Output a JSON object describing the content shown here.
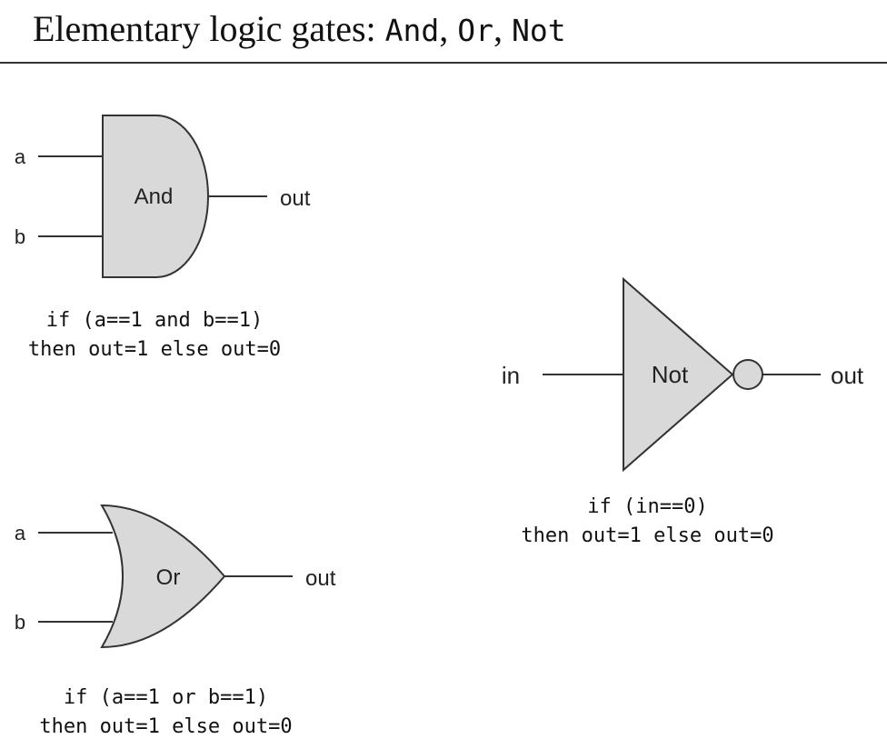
{
  "title": {
    "prefix": "Elementary logic gates: ",
    "g1": "And",
    "sep1": ", ",
    "g2": "Or",
    "sep2": ", ",
    "g3": "Not"
  },
  "and_gate": {
    "input_a": "a",
    "input_b": "b",
    "label": "And",
    "output": "out",
    "rule_line1": "if (a==1 and b==1)",
    "rule_line2": "then out=1 else out=0"
  },
  "or_gate": {
    "input_a": "a",
    "input_b": "b",
    "label": "Or",
    "output": "out",
    "rule_line1": "if (a==1 or b==1)",
    "rule_line2": "then out=1 else out=0"
  },
  "not_gate": {
    "input": "in",
    "label": "Not",
    "output": "out",
    "rule_line1": "if (in==0)",
    "rule_line2": "then out=1 else out=0"
  },
  "colors": {
    "gate_fill": "#d9d9d9",
    "stroke": "#333333"
  }
}
